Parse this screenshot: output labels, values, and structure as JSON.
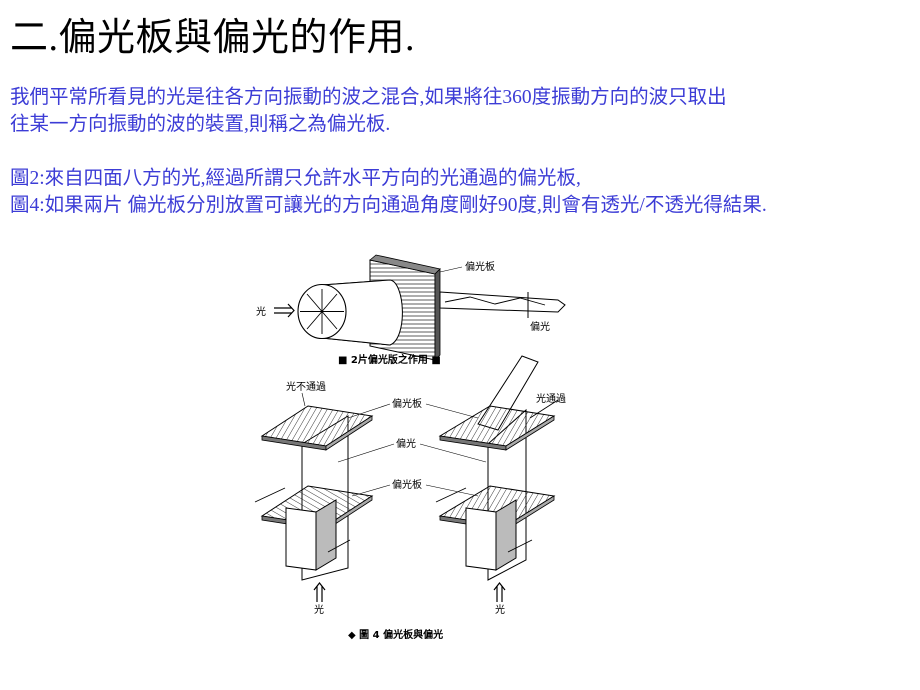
{
  "title": "二.偏光板與偏光的作用.",
  "paragraphs": [
    "我們平常所看見的光是往各方向振動的波之混合,如果將往360度振動方向的波只取出",
    "往某一方向振動的波的裝置,則稱之為偏光板.",
    "圖2:來自四面八方的光,經過所謂只允許水平方向的光通過的偏光板,",
    "圖4:如果兩片 偏光板分別放置可讓光的方向通過角度剛好90度,則會有透光/不透光得結果."
  ],
  "figure2": {
    "light_label": "光",
    "polarizer_label": "偏光板",
    "polarized_label": "偏光",
    "caption": "■ 2片偏光版之作用 ■"
  },
  "figure4": {
    "left_top_label": "光不通過",
    "right_top_label": "光通過",
    "polarizer_top_label": "偏光板",
    "polarized_label": "偏光",
    "polarizer_bottom_label": "偏光板",
    "light_left": "光",
    "light_right": "光",
    "caption": "◆ 圖 4 偏光板與偏光"
  },
  "colors": {
    "title": "#000000",
    "body_text": "#3c3cd6"
  }
}
